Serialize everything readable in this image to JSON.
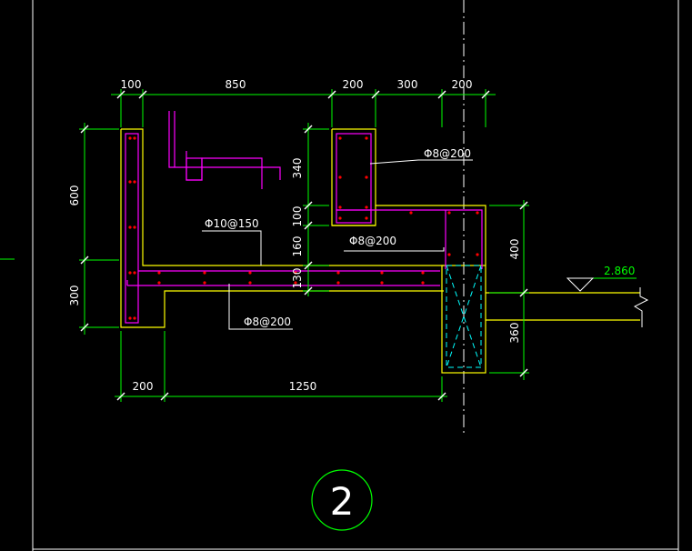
{
  "drawing": {
    "detail_number": "2",
    "dimensions": {
      "top": [
        "100",
        "850",
        "200",
        "300",
        "200"
      ],
      "left": [
        "600",
        "300"
      ],
      "inner_left": [
        "340",
        "100",
        "160",
        "130"
      ],
      "right": [
        "400",
        "360"
      ],
      "bottom": [
        "200",
        "1250"
      ]
    },
    "rebar_labels": {
      "upper_right": "Φ8@200",
      "beam_top": "Φ10@150",
      "middle": "Φ8@200",
      "bottom": "Φ8@200"
    },
    "elevation": "2.860"
  },
  "colors": {
    "background": "#000000",
    "outline": "#ffff00",
    "rebar": "#ff00ff",
    "rebar_dots": "#ff0000",
    "dimension": "#00ff00",
    "text": "#ffffff",
    "hidden": "#00ffff",
    "frame": "#ffffff"
  }
}
